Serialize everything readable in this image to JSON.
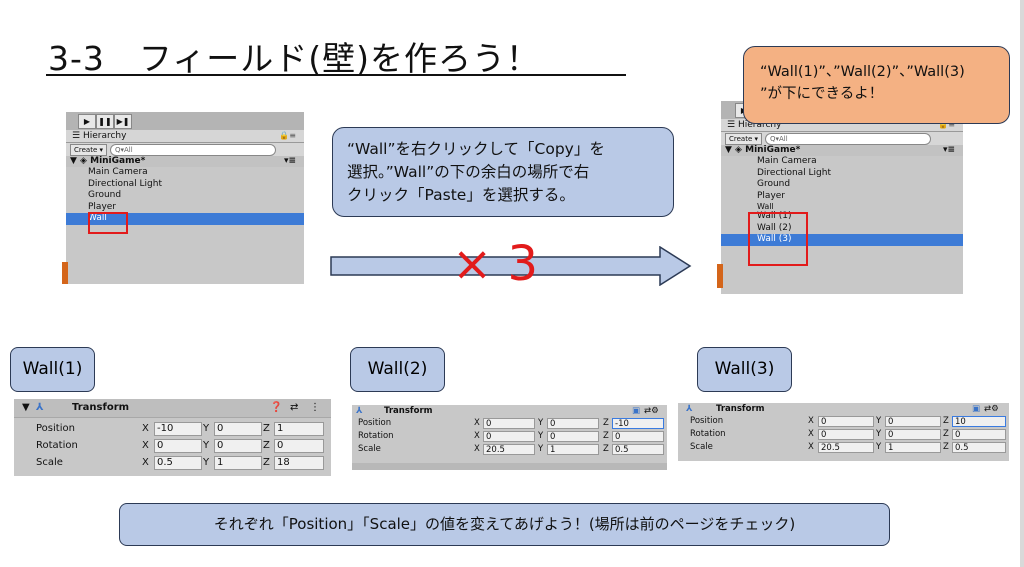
{
  "title": "3-3　フィールド(壁)を作ろう！",
  "hierarchy_before": {
    "tab": "Hierarchy",
    "create": "Create ▾",
    "search": "Q▾All",
    "scene": "MiniGame*",
    "items": [
      "Main Camera",
      "Directional Light",
      "Ground",
      "Player",
      "Wall"
    ]
  },
  "hierarchy_after": {
    "tab": "Hierarchy",
    "create": "Create ▾",
    "search": "Q▾All",
    "scene": "MiniGame*",
    "items": [
      "Main Camera",
      "Directional Light",
      "Ground",
      "Player",
      "Wall",
      "Wall (1)",
      "Wall (2)",
      "Wall (3)"
    ]
  },
  "instruction_callout": {
    "lines": [
      "“Wall”を右クリックして「Copy」を",
      "選択。”Wall”の下の余白の場所で右",
      "クリック「Paste」を選択する。"
    ]
  },
  "result_callout": {
    "lines": [
      "“Wall(1)”、”Wall(2)”、”Wall(3)",
      "”が下にできるよ！"
    ]
  },
  "times_label": "× 3",
  "walls": [
    {
      "label": "Wall(1)",
      "transform_title": "Transform",
      "rows": [
        {
          "name": "Position",
          "x": "-10",
          "y": "0",
          "z": "1"
        },
        {
          "name": "Rotation",
          "x": "0",
          "y": "0",
          "z": "0"
        },
        {
          "name": "Scale",
          "x": "0.5",
          "y": "1",
          "z": "18"
        }
      ]
    },
    {
      "label": "Wall(2)",
      "transform_title": "Transform",
      "rows": [
        {
          "name": "Position",
          "x": "0",
          "y": "0",
          "z": "-10"
        },
        {
          "name": "Rotation",
          "x": "0",
          "y": "0",
          "z": "0"
        },
        {
          "name": "Scale",
          "x": "20.5",
          "y": "1",
          "z": "0.5"
        }
      ]
    },
    {
      "label": "Wall(3)",
      "transform_title": "Transform",
      "rows": [
        {
          "name": "Position",
          "x": "0",
          "y": "0",
          "z": "10"
        },
        {
          "name": "Rotation",
          "x": "0",
          "y": "0",
          "z": "0"
        },
        {
          "name": "Scale",
          "x": "20.5",
          "y": "1",
          "z": "0.5"
        }
      ]
    }
  ],
  "axis_labels": {
    "x": "X",
    "y": "Y",
    "z": "Z"
  },
  "footer": "それぞれ「Position」「Scale」の値を変えてあげよう！(場所は前のページをチェック)",
  "colors": {
    "callout_blue": "#b9c9e6",
    "callout_orange": "#f4b183",
    "highlight_red": "#e21b1b",
    "selection_blue": "#3d7bd6",
    "times_red": "#e21b1b",
    "arrow_fill": "#b9c9e6"
  }
}
